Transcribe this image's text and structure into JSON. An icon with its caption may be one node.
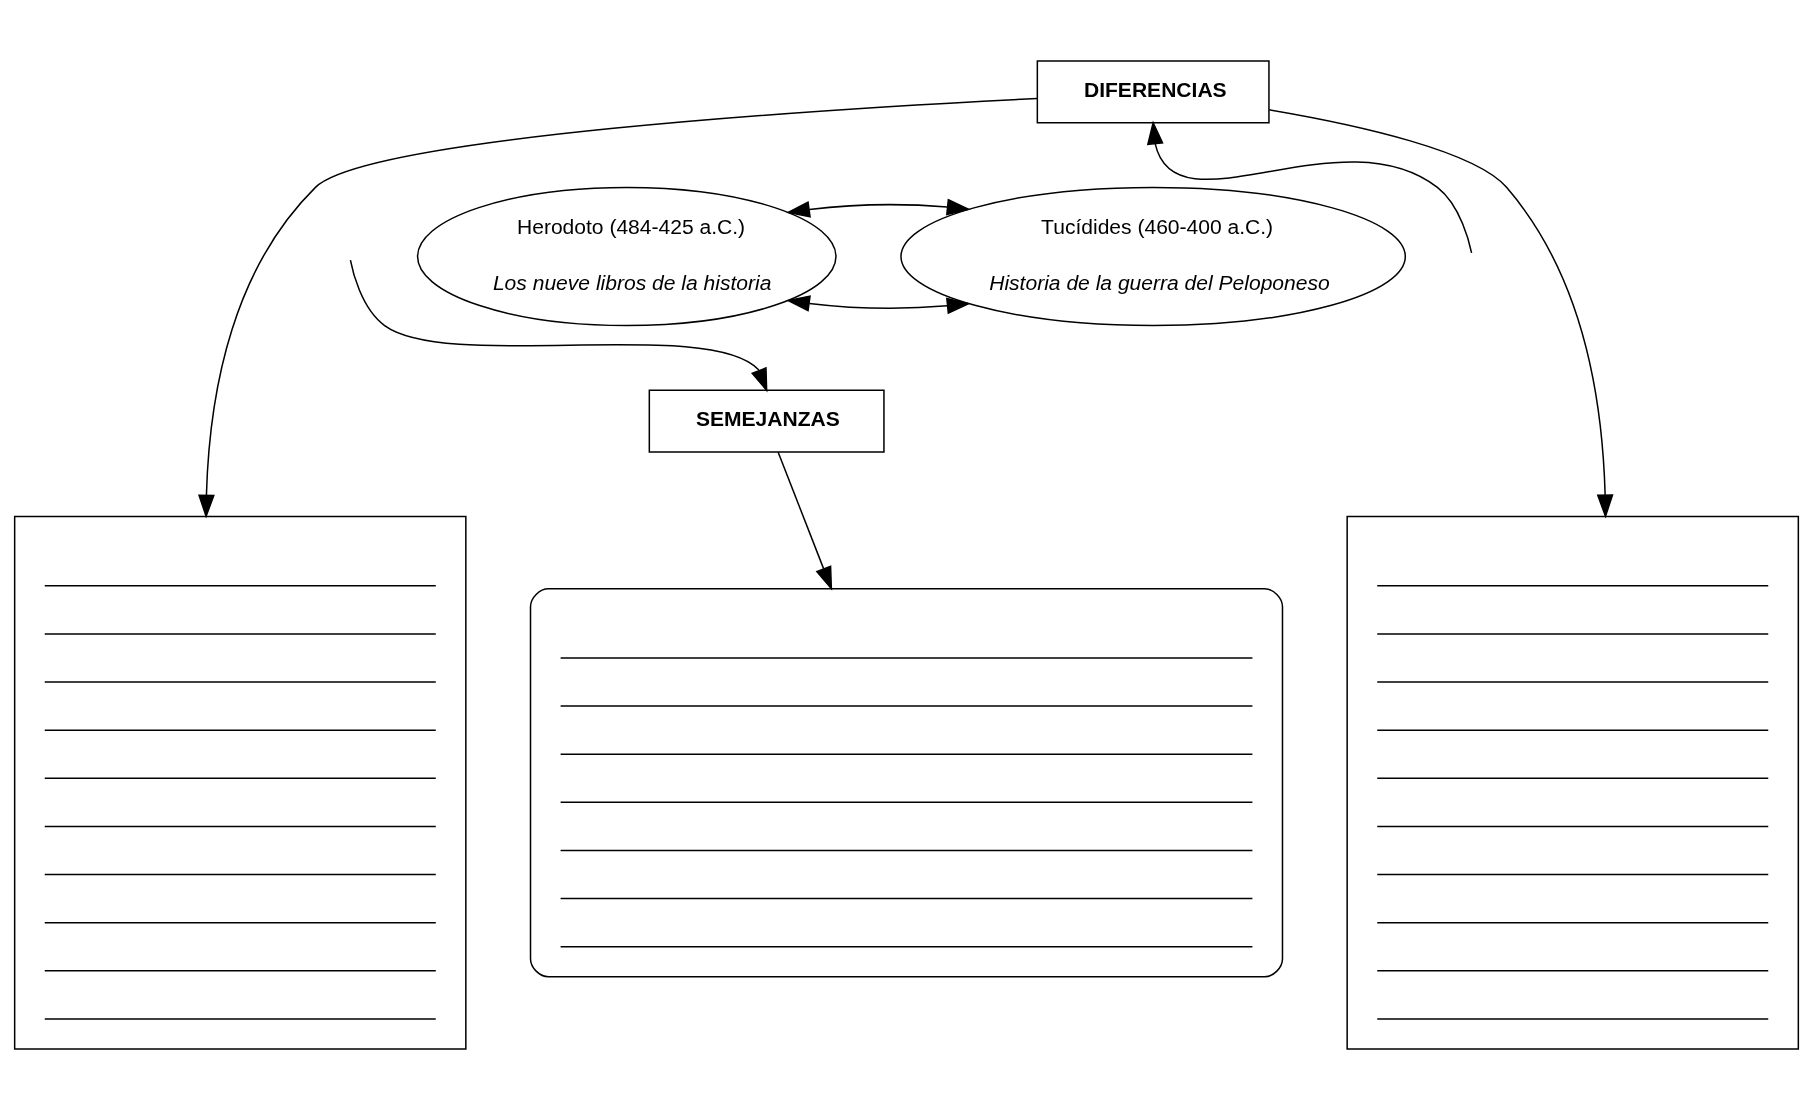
{
  "diagram": {
    "nodes": [
      {
        "text": [
          "DIFERENCIAS"
        ]
      },
      {
        "text": [
          "Herodoto (484-425 a.C.)",
          "Los nueve libros de la historia"
        ]
      },
      {
        "text": [
          "Tucídides (460-400 a.C.)",
          "Historia de la guerra del Peloponeso"
        ]
      },
      {
        "text": [
          "SEMEJANZAS"
        ]
      },
      {
        "text": [],
        "shape": "box"
      },
      {
        "text": [],
        "shape": "box"
      },
      {
        "text": [],
        "shape": "box"
      }
    ],
    "edges": [
      {
        "from": 1,
        "to": 2,
        "arrow": "both"
      },
      {
        "from": null,
        "to": 0,
        "arrow": "to"
      },
      {
        "from": 1,
        "to": 2,
        "arrow": "both"
      },
      {
        "from": null,
        "to": 3,
        "arrow": "to"
      },
      {
        "from": 0,
        "to": 4,
        "arrow": "to"
      },
      {
        "from": 0,
        "to": 6,
        "arrow": "to"
      },
      {
        "from": 3,
        "to": 5,
        "arrow": "to"
      }
    ]
  }
}
